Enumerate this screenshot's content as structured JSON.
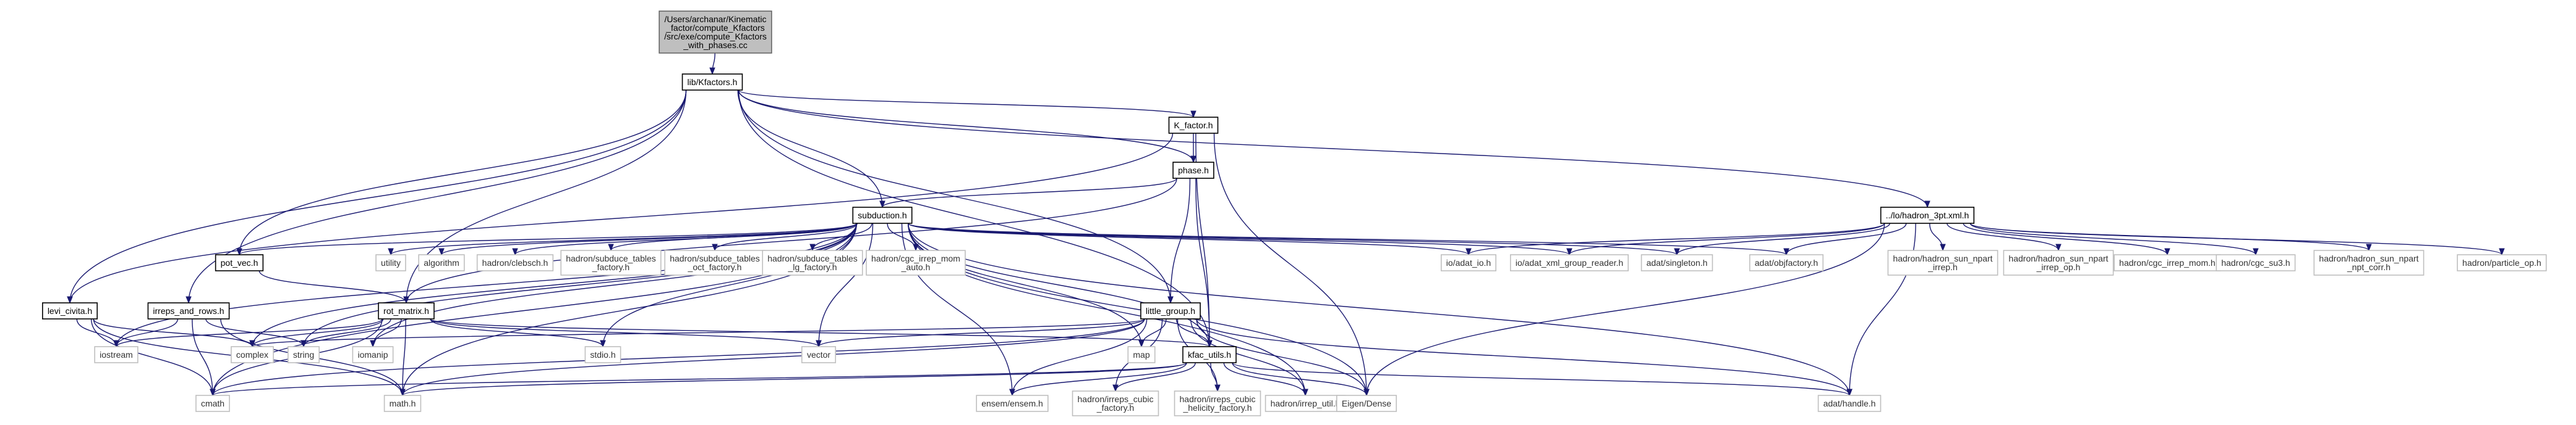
{
  "graph": {
    "nodes": [
      {
        "id": "root",
        "lines": [
          "/Users/archanar/Kinematic",
          "_factor/compute_Kfactors",
          "/src/exe/compute_Kfactors",
          "_with_phases.cc"
        ],
        "kind": "root"
      },
      {
        "id": "kfactors",
        "lines": [
          "lib/Kfactors.h"
        ],
        "kind": "doc"
      },
      {
        "id": "kfactor",
        "lines": [
          "K_factor.h"
        ],
        "kind": "doc"
      },
      {
        "id": "phase",
        "lines": [
          "phase.h"
        ],
        "kind": "doc"
      },
      {
        "id": "subduction",
        "lines": [
          "subduction.h"
        ],
        "kind": "doc"
      },
      {
        "id": "hadron3pt",
        "lines": [
          "../lo/hadron_3pt.xml.h"
        ],
        "kind": "doc"
      },
      {
        "id": "potvec",
        "lines": [
          "pot_vec.h"
        ],
        "kind": "doc"
      },
      {
        "id": "utility",
        "lines": [
          "utility"
        ],
        "kind": "ext"
      },
      {
        "id": "algorithm",
        "lines": [
          "algorithm"
        ],
        "kind": "ext"
      },
      {
        "id": "clebsch",
        "lines": [
          "hadron/clebsch.h"
        ],
        "kind": "ext"
      },
      {
        "id": "subtabfac",
        "lines": [
          "hadron/subduce_tables",
          "_factory.h"
        ],
        "kind": "ext"
      },
      {
        "id": "subtaboct",
        "lines": [
          "hadron/subduce_tables",
          "_oct_factory.h"
        ],
        "kind": "ext"
      },
      {
        "id": "subtablg",
        "lines": [
          "hadron/subduce_tables",
          "_lg_factory.h"
        ],
        "kind": "ext"
      },
      {
        "id": "cgcirrep",
        "lines": [
          "hadron/cgc_irrep_mom",
          "_auto.h"
        ],
        "kind": "ext"
      },
      {
        "id": "adatio",
        "lines": [
          "io/adat_io.h"
        ],
        "kind": "ext"
      },
      {
        "id": "adatxml",
        "lines": [
          "io/adat_xml_group_reader.h"
        ],
        "kind": "ext"
      },
      {
        "id": "singleton",
        "lines": [
          "adat/singleton.h"
        ],
        "kind": "ext"
      },
      {
        "id": "objfactory",
        "lines": [
          "adat/objfactory.h"
        ],
        "kind": "ext"
      },
      {
        "id": "sunirrep",
        "lines": [
          "hadron/hadron_sun_npart",
          "_irrep.h"
        ],
        "kind": "ext"
      },
      {
        "id": "sunirrepop",
        "lines": [
          "hadron/hadron_sun_npart",
          "_irrep_op.h"
        ],
        "kind": "ext"
      },
      {
        "id": "cgcmom",
        "lines": [
          "hadron/cgc_irrep_mom.h"
        ],
        "kind": "ext"
      },
      {
        "id": "cgcsu3",
        "lines": [
          "hadron/cgc_su3.h"
        ],
        "kind": "ext"
      },
      {
        "id": "suncorr",
        "lines": [
          "hadron/hadron_sun_npart",
          "_npt_corr.h"
        ],
        "kind": "ext"
      },
      {
        "id": "particleop",
        "lines": [
          "hadron/particle_op.h"
        ],
        "kind": "ext"
      },
      {
        "id": "levicivita",
        "lines": [
          "levi_civita.h"
        ],
        "kind": "doc"
      },
      {
        "id": "irreps",
        "lines": [
          "irreps_and_rows.h"
        ],
        "kind": "doc"
      },
      {
        "id": "rotmatrix",
        "lines": [
          "rot_matrix.h"
        ],
        "kind": "doc"
      },
      {
        "id": "littlegroup",
        "lines": [
          "little_group.h"
        ],
        "kind": "doc"
      },
      {
        "id": "kfacutils",
        "lines": [
          "kfac_utils.h"
        ],
        "kind": "doc"
      },
      {
        "id": "iostream",
        "lines": [
          "iostream"
        ],
        "kind": "ext"
      },
      {
        "id": "complex",
        "lines": [
          "complex"
        ],
        "kind": "ext"
      },
      {
        "id": "string",
        "lines": [
          "string"
        ],
        "kind": "ext"
      },
      {
        "id": "iomanip",
        "lines": [
          "iomanip"
        ],
        "kind": "ext"
      },
      {
        "id": "stdio",
        "lines": [
          "stdio.h"
        ],
        "kind": "ext"
      },
      {
        "id": "vector",
        "lines": [
          "vector"
        ],
        "kind": "ext"
      },
      {
        "id": "map",
        "lines": [
          "map"
        ],
        "kind": "ext"
      },
      {
        "id": "cmath",
        "lines": [
          "cmath"
        ],
        "kind": "ext"
      },
      {
        "id": "mathh",
        "lines": [
          "math.h"
        ],
        "kind": "ext"
      },
      {
        "id": "ensem",
        "lines": [
          "ensem/ensem.h"
        ],
        "kind": "ext"
      },
      {
        "id": "irrepscubic",
        "lines": [
          "hadron/irreps_cubic",
          "_factory.h"
        ],
        "kind": "ext"
      },
      {
        "id": "irrepshel",
        "lines": [
          "hadron/irreps_cubic",
          "_helicity_factory.h"
        ],
        "kind": "ext"
      },
      {
        "id": "irreputil",
        "lines": [
          "hadron/irrep_util.h"
        ],
        "kind": "ext"
      },
      {
        "id": "eigen",
        "lines": [
          "Eigen/Dense"
        ],
        "kind": "ext"
      },
      {
        "id": "handle",
        "lines": [
          "adat/handle.h"
        ],
        "kind": "ext"
      }
    ],
    "edges": [
      [
        "root",
        "kfactors"
      ],
      [
        "kfactors",
        "kfactor"
      ],
      [
        "kfactors",
        "phase"
      ],
      [
        "kfactors",
        "subduction"
      ],
      [
        "kfactors",
        "hadron3pt"
      ],
      [
        "kfactors",
        "levicivita"
      ],
      [
        "kfactors",
        "irreps"
      ],
      [
        "kfactors",
        "rotmatrix"
      ],
      [
        "kfactors",
        "littlegroup"
      ],
      [
        "kfactors",
        "kfacutils"
      ],
      [
        "kfactors",
        "potvec"
      ],
      [
        "kfactor",
        "phase"
      ],
      [
        "kfactor",
        "eigen"
      ],
      [
        "kfactor",
        "kfacutils"
      ],
      [
        "kfactor",
        "levicivita"
      ],
      [
        "phase",
        "subduction"
      ],
      [
        "phase",
        "littlegroup"
      ],
      [
        "phase",
        "kfacutils"
      ],
      [
        "phase",
        "rotmatrix"
      ],
      [
        "subduction",
        "utility"
      ],
      [
        "subduction",
        "algorithm"
      ],
      [
        "subduction",
        "clebsch"
      ],
      [
        "subduction",
        "subtabfac"
      ],
      [
        "subduction",
        "subtaboct"
      ],
      [
        "subduction",
        "subtablg"
      ],
      [
        "subduction",
        "cgcirrep"
      ],
      [
        "subduction",
        "adatio"
      ],
      [
        "subduction",
        "adatxml"
      ],
      [
        "subduction",
        "singleton"
      ],
      [
        "subduction",
        "objfactory"
      ],
      [
        "subduction",
        "potvec"
      ],
      [
        "subduction",
        "iostream"
      ],
      [
        "subduction",
        "complex"
      ],
      [
        "subduction",
        "string"
      ],
      [
        "subduction",
        "iomanip"
      ],
      [
        "subduction",
        "stdio"
      ],
      [
        "subduction",
        "vector"
      ],
      [
        "subduction",
        "map"
      ],
      [
        "subduction",
        "cmath"
      ],
      [
        "subduction",
        "mathh"
      ],
      [
        "subduction",
        "ensem"
      ],
      [
        "subduction",
        "irreputil"
      ],
      [
        "subduction",
        "eigen"
      ],
      [
        "subduction",
        "handle"
      ],
      [
        "subduction",
        "kfacutils"
      ],
      [
        "hadron3pt",
        "adatio"
      ],
      [
        "hadron3pt",
        "adatxml"
      ],
      [
        "hadron3pt",
        "singleton"
      ],
      [
        "hadron3pt",
        "objfactory"
      ],
      [
        "hadron3pt",
        "sunirrep"
      ],
      [
        "hadron3pt",
        "sunirrepop"
      ],
      [
        "hadron3pt",
        "cgcmom"
      ],
      [
        "hadron3pt",
        "cgcsu3"
      ],
      [
        "hadron3pt",
        "suncorr"
      ],
      [
        "hadron3pt",
        "particleop"
      ],
      [
        "hadron3pt",
        "eigen"
      ],
      [
        "hadron3pt",
        "handle"
      ],
      [
        "potvec",
        "rotmatrix"
      ],
      [
        "rotmatrix",
        "complex"
      ],
      [
        "rotmatrix",
        "string"
      ],
      [
        "rotmatrix",
        "iomanip"
      ],
      [
        "rotmatrix",
        "stdio"
      ],
      [
        "rotmatrix",
        "vector"
      ],
      [
        "rotmatrix",
        "cmath"
      ],
      [
        "rotmatrix",
        "mathh"
      ],
      [
        "rotmatrix",
        "iostream"
      ],
      [
        "rotmatrix",
        "kfacutils"
      ],
      [
        "levicivita",
        "iostream"
      ],
      [
        "levicivita",
        "complex"
      ],
      [
        "levicivita",
        "cmath"
      ],
      [
        "levicivita",
        "mathh"
      ],
      [
        "irreps",
        "iostream"
      ],
      [
        "irreps",
        "string"
      ],
      [
        "irreps",
        "cmath"
      ],
      [
        "irreps",
        "mathh"
      ],
      [
        "littlegroup",
        "kfacutils"
      ],
      [
        "littlegroup",
        "complex"
      ],
      [
        "littlegroup",
        "vector"
      ],
      [
        "littlegroup",
        "map"
      ],
      [
        "littlegroup",
        "cmath"
      ],
      [
        "littlegroup",
        "mathh"
      ],
      [
        "littlegroup",
        "ensem"
      ],
      [
        "littlegroup",
        "irrepscubic"
      ],
      [
        "littlegroup",
        "irrepshel"
      ],
      [
        "littlegroup",
        "irreputil"
      ],
      [
        "littlegroup",
        "eigen"
      ],
      [
        "littlegroup",
        "handle"
      ],
      [
        "kfacutils",
        "cmath"
      ],
      [
        "kfacutils",
        "mathh"
      ],
      [
        "kfacutils",
        "ensem"
      ],
      [
        "kfacutils",
        "irrepscubic"
      ],
      [
        "kfacutils",
        "irrepshel"
      ],
      [
        "kfacutils",
        "irreputil"
      ],
      [
        "kfacutils",
        "eigen"
      ],
      [
        "kfacutils",
        "handle"
      ]
    ]
  }
}
